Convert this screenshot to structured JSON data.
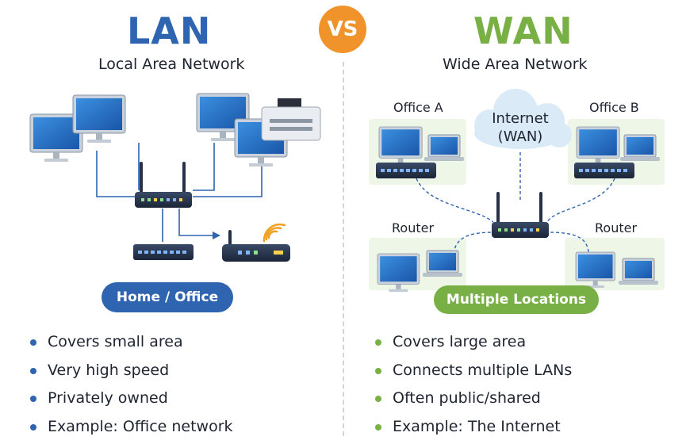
{
  "vs_label": "VS",
  "colors": {
    "lan_blue": "#2e64b0",
    "wan_green": "#79b045",
    "vs_orange": "#f0932b"
  },
  "lan": {
    "title": "LAN",
    "subtitle": "Local Area Network",
    "badge": "Home / Office",
    "bullets": [
      "Covers small area",
      "Very high speed",
      "Privately owned",
      "Example: Office network"
    ],
    "icons": [
      "desktop-computer-icon",
      "printer-icon",
      "router-icon",
      "network-switch-icon",
      "wifi-router-icon"
    ]
  },
  "wan": {
    "title": "WAN",
    "subtitle": "Wide Area Network",
    "cloud_line1": "Internet",
    "cloud_line2": "(WAN)",
    "office_a": "Office A",
    "office_b": "Office B",
    "router_left": "Router",
    "router_right": "Router",
    "badge": "Multiple Locations",
    "bullets": [
      "Covers large area",
      "Connects multiple LANs",
      "Often public/shared",
      "Example: The Internet"
    ],
    "icons": [
      "cloud-icon",
      "desktop-computer-icon",
      "laptop-icon",
      "router-icon",
      "network-switch-icon"
    ]
  }
}
